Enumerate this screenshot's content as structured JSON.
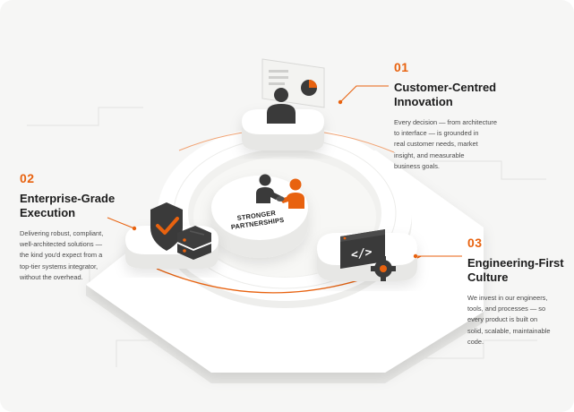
{
  "center": {
    "label_line1": "STRONGER",
    "label_line2": "PARTNERSHIPS"
  },
  "callouts": [
    {
      "number": "01",
      "title_line1": "Customer-Centred",
      "title_line2": "Innovation",
      "desc_lines": [
        "Every decision — from architecture",
        "to interface — is grounded in",
        "real customer needs, market",
        "insight, and measurable",
        "business goals."
      ]
    },
    {
      "number": "02",
      "title_line1": "Enterprise-Grade",
      "title_line2": "Execution",
      "desc_lines": [
        "Delivering robust, compliant,",
        "well-architected solutions —",
        "the kind you'd expect from a",
        "top-tier systems integrator,",
        "without the overhead."
      ]
    },
    {
      "number": "03",
      "title_line1": "Engineering-First",
      "title_line2": "Culture",
      "desc_lines": [
        "We invest in our engineers,",
        "tools, and processes — so",
        "every product is built on",
        "solid, scalable, maintainable",
        "code."
      ]
    }
  ],
  "colors": {
    "accent": "#e8620f",
    "dark": "#3a3a3a",
    "base": "#ffffff",
    "background": "#f6f6f5"
  },
  "icons": [
    "presentation-board-icon",
    "person-icon",
    "handshake-people-icon",
    "shield-check-icon",
    "server-stack-icon",
    "code-window-icon",
    "gear-icon"
  ]
}
